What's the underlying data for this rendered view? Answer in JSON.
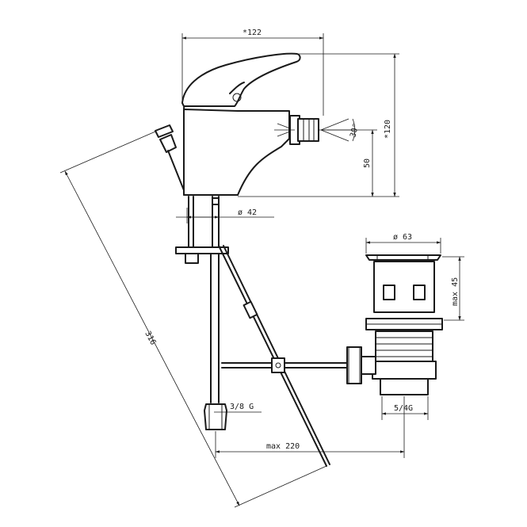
{
  "dimensions": {
    "width_overall": "*122",
    "height_overall": "*120",
    "spout_height": "50",
    "spray_angle": "30°",
    "base_diameter": "ø 42",
    "waste_diameter": "ø 63",
    "waste_height": "max 45",
    "rod_length": "316",
    "hose_thread": "3/8 G",
    "waste_thread": "5/4G",
    "max_reach": "max 220"
  }
}
